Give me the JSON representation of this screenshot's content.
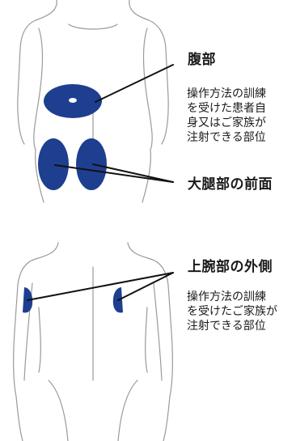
{
  "colors": {
    "site_fill": "#1e3f8f",
    "outline": "#9a9a9a",
    "pointer": "#111111"
  },
  "sites": {
    "abdomen": {
      "title": "腹部",
      "note_lines": [
        "操作方法の訓練",
        "を受けた患者自",
        "身又はご家族が",
        "注射できる部位"
      ]
    },
    "thigh": {
      "title": "大腿部の前面"
    },
    "upper_arm": {
      "title": "上腕部の外側",
      "note_lines": [
        "操作方法の訓練",
        "を受けたご家族が",
        "注射できる部位"
      ]
    }
  }
}
